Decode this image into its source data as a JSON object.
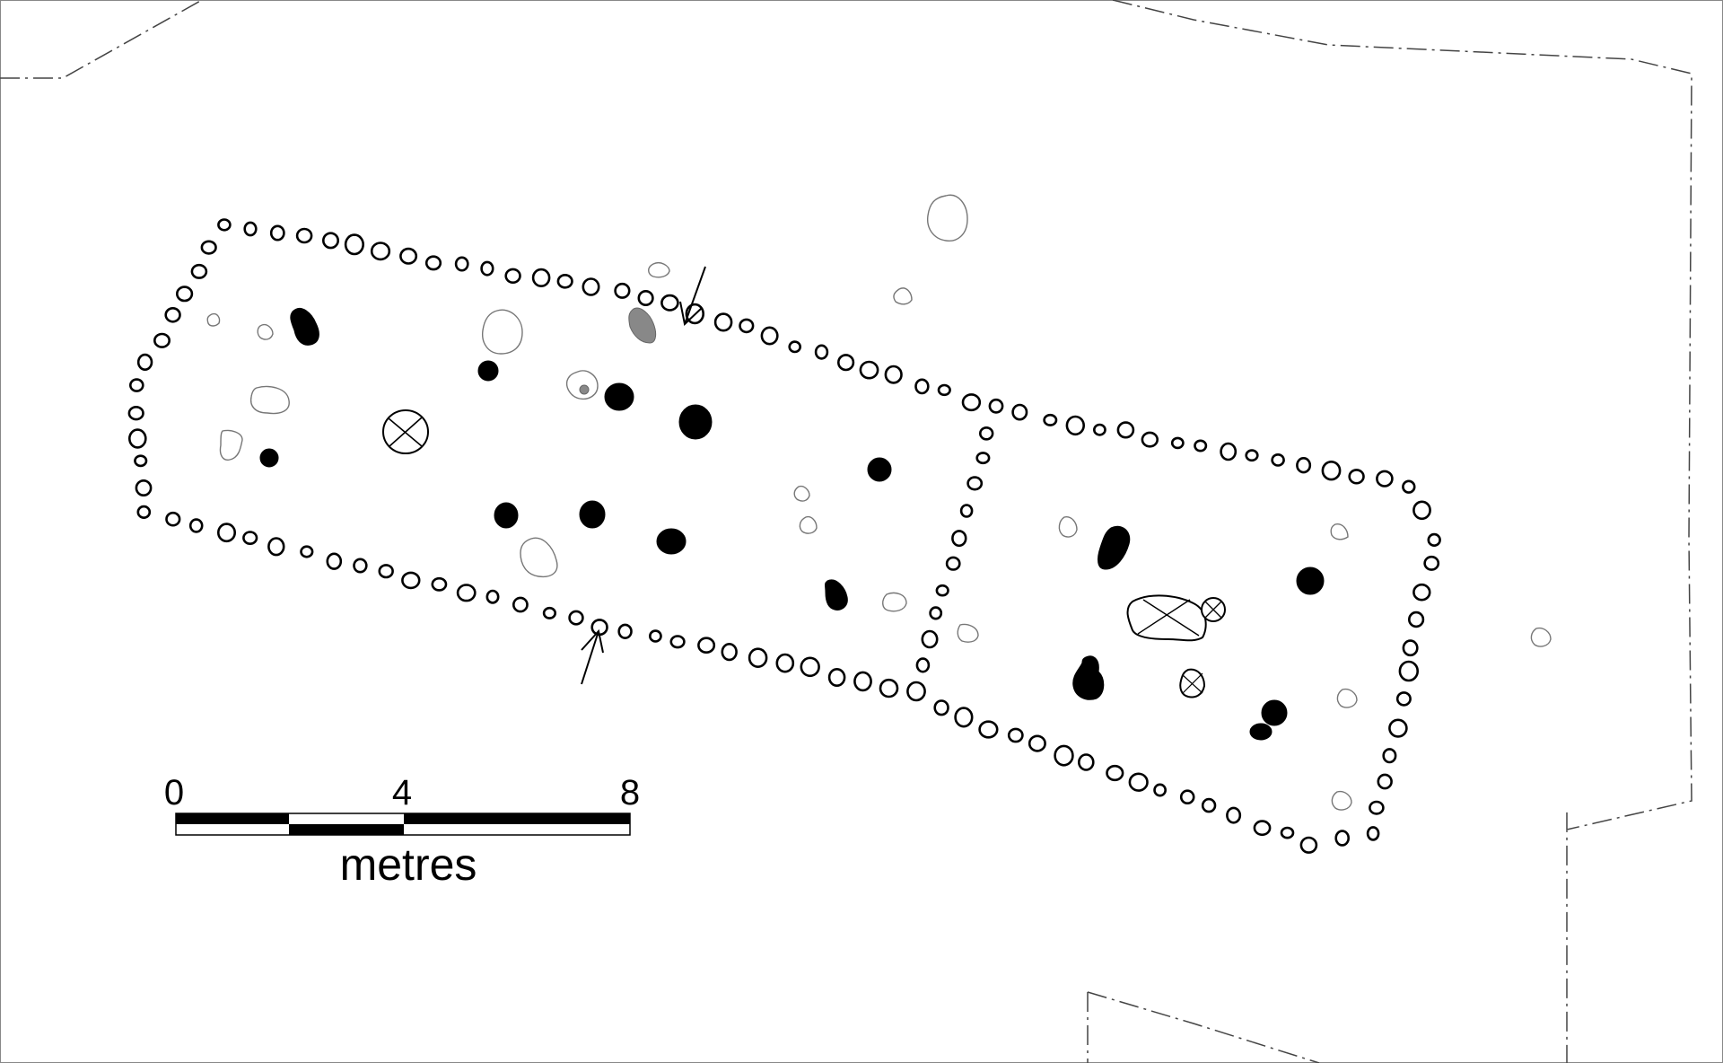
{
  "scale_bar": {
    "tick_labels": [
      "0",
      "4",
      "8"
    ],
    "unit": "metres"
  },
  "legend_colors": {
    "stake_hole_outline": "#000000",
    "post_hole_fill": "#000000",
    "grey_feature": "#888888",
    "faint_feature_outline": "#777777",
    "excavation_edge": "#444444"
  }
}
